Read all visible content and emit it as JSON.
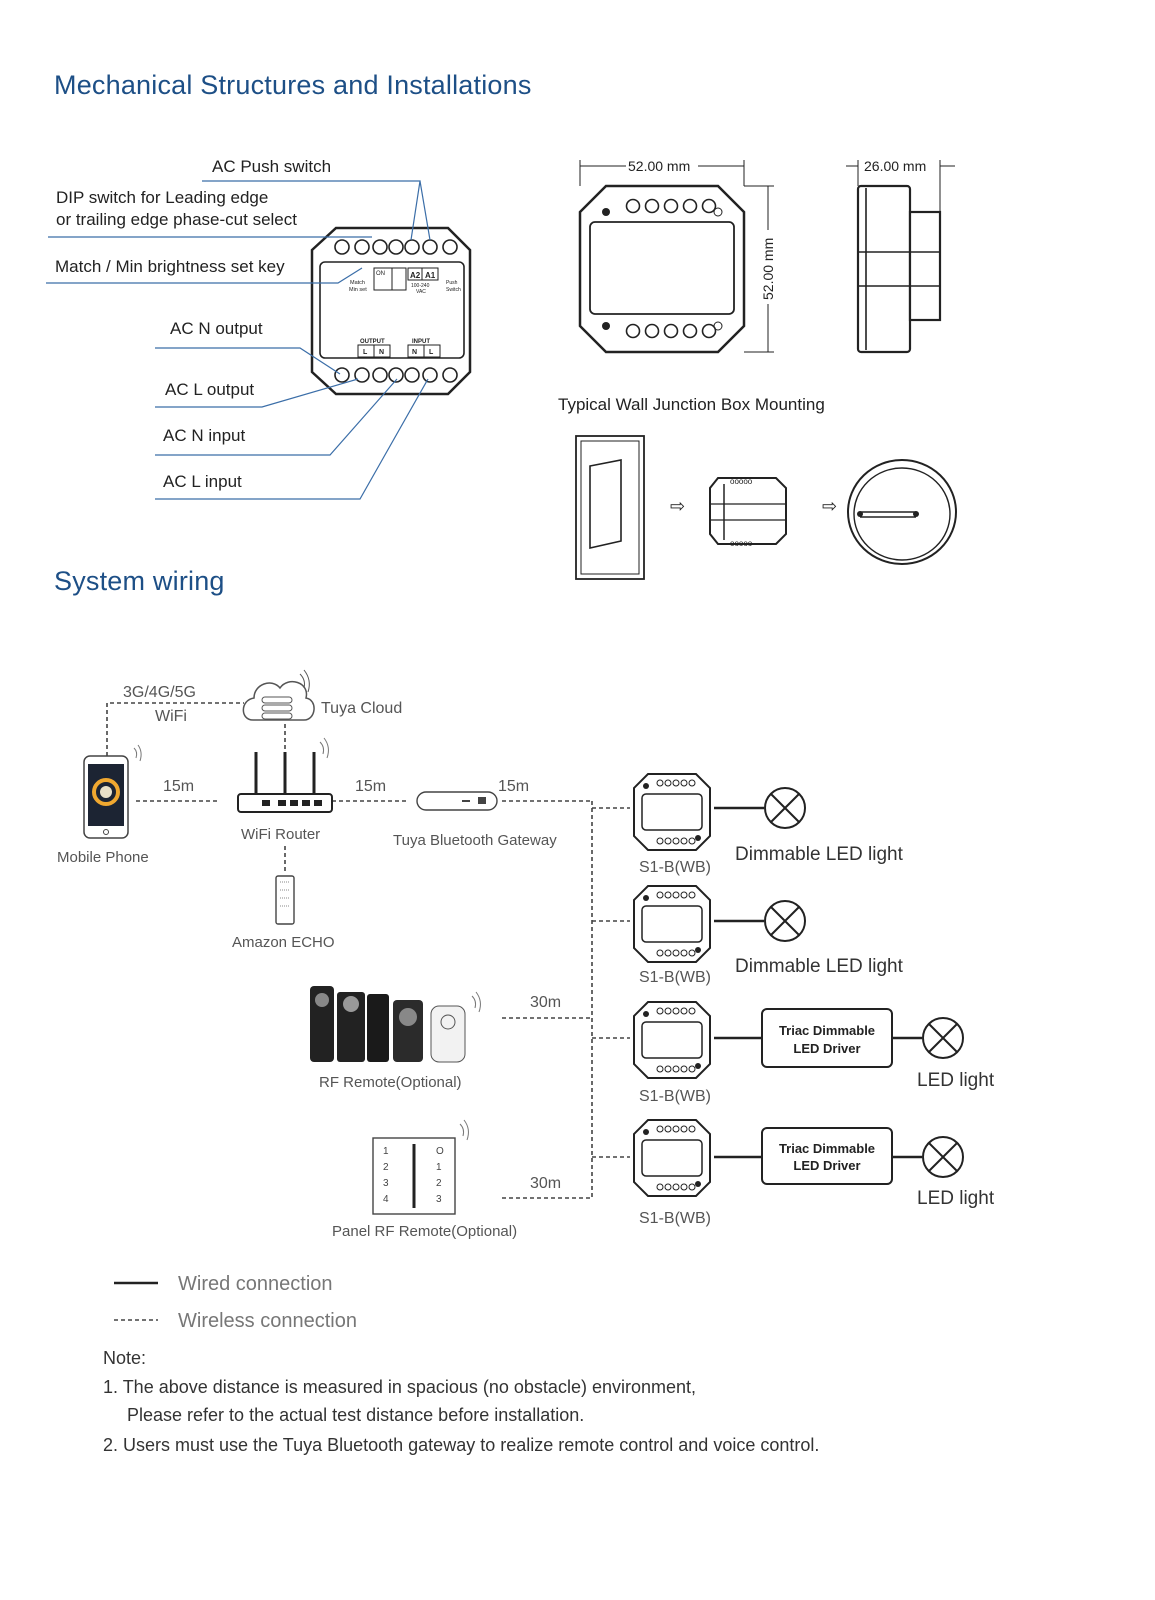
{
  "titles": {
    "mechanical": "Mechanical Structures and Installations",
    "wiring": "System wiring"
  },
  "device_labels": {
    "push_switch": "AC Push switch",
    "dip_line1": "DIP switch for Leading edge",
    "dip_line2": "or trailing edge phase-cut select",
    "match_key": "Match / Min brightness set key",
    "n_output": "AC N output",
    "l_output": "AC L output",
    "n_input": "AC N input",
    "l_input": "AC L input",
    "panel_on": "ON",
    "panel_match": "Match",
    "panel_min": "Min set",
    "panel_a2": "A2",
    "panel_a1": "A1",
    "panel_vac": "100-240",
    "panel_vac2": "VAC",
    "panel_push": "Push",
    "panel_switch": "Switch",
    "output_title": "OUTPUT",
    "output_l": "L",
    "output_n": "N",
    "input_title": "INPUT",
    "input_n": "N",
    "input_l": "L"
  },
  "dimensions": {
    "width": "52.00 mm",
    "height": "52.00 mm",
    "depth": "26.00 mm"
  },
  "mounting": {
    "title": "Typical Wall Junction Box Mounting"
  },
  "wiring": {
    "network": "3G/4G/5G",
    "wifi": "WiFi",
    "cloud": "Tuya Cloud",
    "phone": "Mobile Phone",
    "router": "WiFi Router",
    "gateway": "Tuya Bluetooth Gateway",
    "echo": "Amazon ECHO",
    "rf_remote": "RF Remote(Optional)",
    "panel_remote": "Panel RF Remote(Optional)",
    "dist_phone_router": "15m",
    "dist_router_gateway": "15m",
    "dist_gateway_bus": "15m",
    "dist_rf": "30m",
    "dist_panel": "30m",
    "model": "S1-B(WB)",
    "dimmable_led": "Dimmable LED light",
    "driver_line1": "Triac Dimmable",
    "driver_line2": "LED Driver",
    "led_light": "LED light",
    "panel_keys_left": [
      "1",
      "2",
      "3",
      "4"
    ],
    "panel_keys_right": [
      "O",
      "1",
      "2",
      "3"
    ]
  },
  "legend": {
    "wired": "Wired connection",
    "wireless": "Wireless connection"
  },
  "notes": {
    "heading": "Note:",
    "n1_line1": "1. The above distance is measured in spacious (no obstacle) environment,",
    "n1_line2": "Please refer to the actual test distance before installation.",
    "n2": "2. Users must use the Tuya Bluetooth gateway to realize remote control and voice control."
  },
  "colors": {
    "title_blue": "#1d4f86",
    "leader_blue": "#3b6ea8",
    "line_dark": "#222222"
  }
}
